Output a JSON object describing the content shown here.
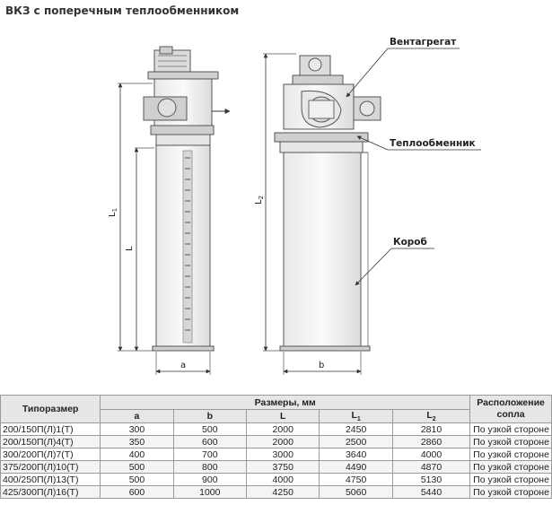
{
  "title": "ВКЗ с поперечным теплообменником",
  "callouts": {
    "fan": "Вентагрегат",
    "heat_exchanger": "Теплообменник",
    "box": "Короб"
  },
  "dims": {
    "l1": "L",
    "l1_sub": "1",
    "l": "L",
    "l2": "L",
    "l2_sub": "2",
    "a": "a",
    "b": "b"
  },
  "table": {
    "col_type": "Типоразмер",
    "col_dims": "Размеры, мм",
    "col_pos": "Расположение сопла",
    "sub": {
      "a": "a",
      "b": "b",
      "L": "L",
      "L1": "L",
      "L1_sub": "1",
      "L2": "L",
      "L2_sub": "2"
    },
    "rows": [
      {
        "type": "200/150П(Л)1(Т)",
        "a": "300",
        "b": "500",
        "L": "2000",
        "L1": "2450",
        "L2": "2810",
        "pos": "По узкой стороне"
      },
      {
        "type": "200/150П(Л)4(Т)",
        "a": "350",
        "b": "600",
        "L": "2000",
        "L1": "2500",
        "L2": "2860",
        "pos": "По узкой стороне"
      },
      {
        "type": "300/200П(Л)7(Т)",
        "a": "400",
        "b": "700",
        "L": "3000",
        "L1": "3640",
        "L2": "4000",
        "pos": "По узкой стороне"
      },
      {
        "type": "375/200П(Л)10(Т)",
        "a": "500",
        "b": "800",
        "L": "3750",
        "L1": "4490",
        "L2": "4870",
        "pos": "По узкой стороне"
      },
      {
        "type": "400/250П(Л)13(Т)",
        "a": "500",
        "b": "900",
        "L": "4000",
        "L1": "4750",
        "L2": "5130",
        "pos": "По узкой стороне"
      },
      {
        "type": "425/300П(Л)16(Т)",
        "a": "600",
        "b": "1000",
        "L": "4250",
        "L1": "5060",
        "L2": "5440",
        "pos": "По узкой стороне"
      }
    ]
  }
}
